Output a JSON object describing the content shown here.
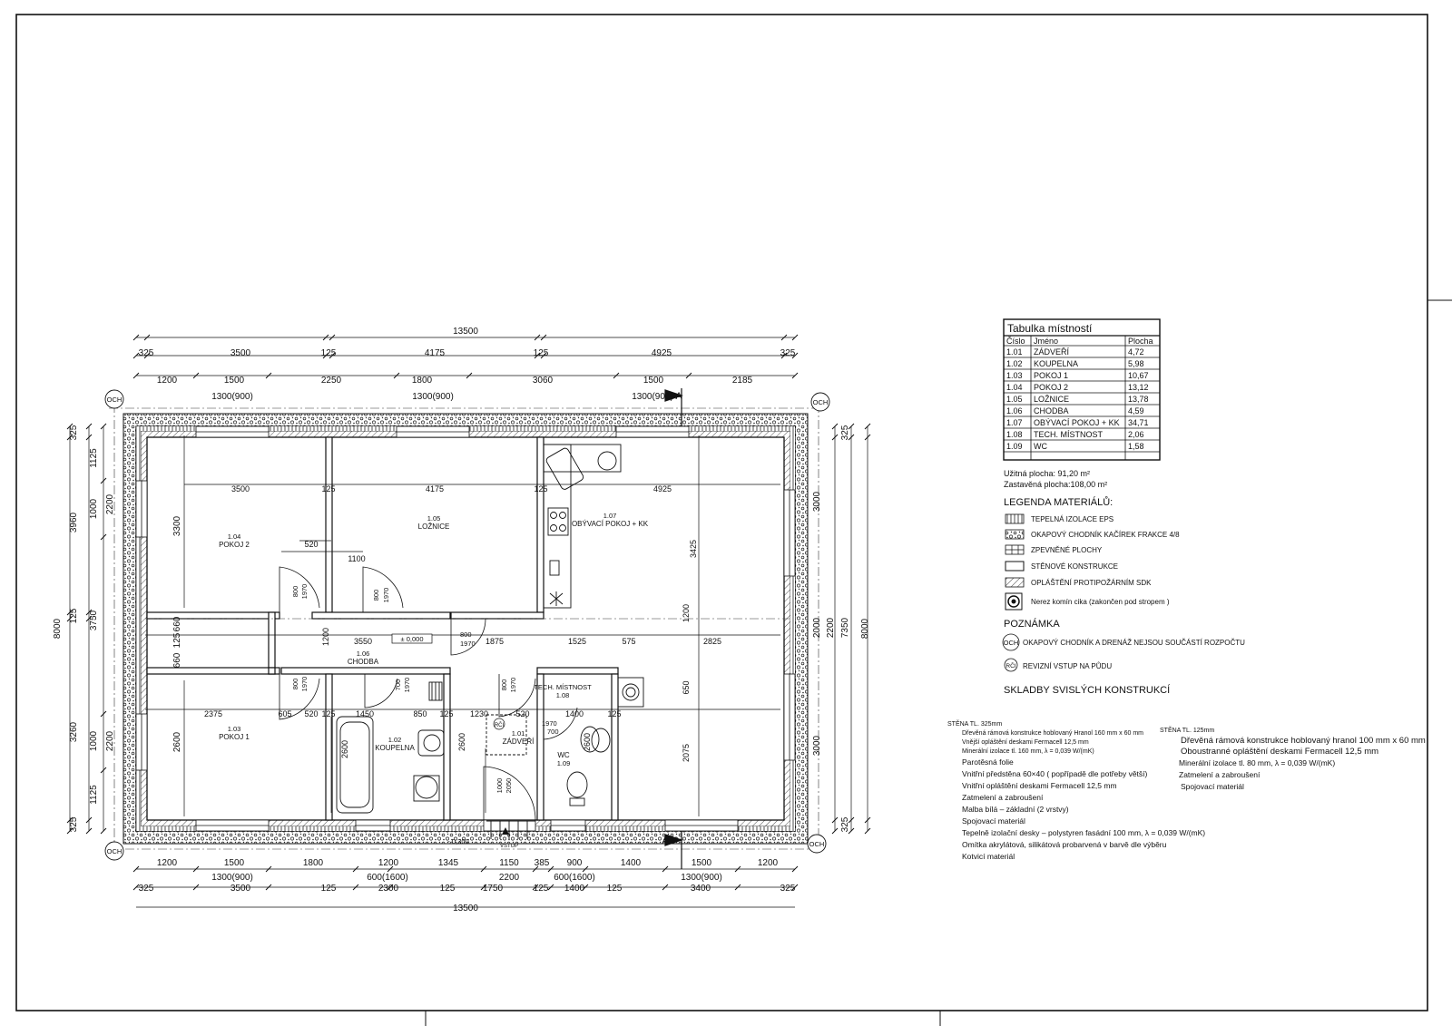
{
  "overall": {
    "top_total": "13500",
    "bottom_total": "13500",
    "left_total": "8000",
    "right_total": "8000"
  },
  "dims": {
    "top_row1": [
      "325",
      "3500",
      "125",
      "4175",
      "125",
      "4925",
      "325"
    ],
    "top_row2": [
      "1200",
      "1500",
      "2250",
      "1800",
      "3060",
      "1500",
      "2185"
    ],
    "top_windows": [
      "1300(900)",
      "1300(900)",
      "1300(900)"
    ],
    "bottom_row1": [
      "1200",
      "1500",
      "1800",
      "1200",
      "1345",
      "1150",
      "385",
      "900",
      "1400",
      "1500",
      "1200"
    ],
    "bottom_windows": [
      "1300(900)",
      "600(1600)",
      "2200",
      "600(1600)",
      "1300(900)"
    ],
    "bottom_row2": [
      "325",
      "3500",
      "125",
      "2300",
      "125",
      "1750",
      "125",
      "1400",
      "125",
      "3400",
      "325"
    ],
    "left_outer": [
      "325",
      "3960",
      "125",
      "3260",
      "325"
    ],
    "left_inner": [
      "1125",
      "2200",
      "1000",
      "3750",
      "1000",
      "2200",
      "1125"
    ],
    "left_room": [
      "3300",
      "660",
      "125",
      "660",
      "2600"
    ],
    "right_outer": [
      "325",
      "7350",
      "325"
    ],
    "right_inner": [
      "3000",
      "2000",
      "3000"
    ],
    "right_mid": [
      "2200"
    ],
    "interior": {
      "room1_w": "3500",
      "room2_w": "4175",
      "room3_w": "4925",
      "wall1": "125",
      "wall2": "125",
      "d520": "520",
      "d1100": "1100",
      "hall_3550": "3550",
      "hall_1875": "1875",
      "hall_1525": "1525",
      "hall_575": "575",
      "hall_2825": "2825",
      "hall_1200": "1200",
      "kitchen_3425": "3425",
      "liv_1200": "1200",
      "liv_650": "650",
      "liv_2075": "2075",
      "b_2375": "2375",
      "b_605": "605",
      "b_520": "520",
      "b_125": "125",
      "b_1450": "1450",
      "b_850": "850",
      "b_125b": "125",
      "b_1230": "1230",
      "b_520b": "520",
      "b_1400": "1400",
      "b_125c": "125",
      "h_2600a": "2600",
      "h_2600b": "2600",
      "h_2600c": "2600",
      "d800": "800",
      "d1970": "1970",
      "d700": "700",
      "d1000": "1000",
      "d2050": "2050",
      "d1970b": "1970",
      "d700b": "700"
    }
  },
  "markers": {
    "och": "OCH",
    "section_a": "A",
    "level": "± 0,000",
    "rci": "RČI",
    "entry": "VSTUP",
    "step": "- 0,300"
  },
  "rooms": [
    {
      "num": "1.04",
      "name": "POKOJ 2"
    },
    {
      "num": "1.05",
      "name": "LOŽNICE"
    },
    {
      "num": "1.07",
      "name": "OBÝVACÍ POKOJ + KK"
    },
    {
      "num": "1.06",
      "name": "CHODBA"
    },
    {
      "num": "1.03",
      "name": "POKOJ 1"
    },
    {
      "num": "1.02",
      "name": "KOUPELNA"
    },
    {
      "num": "1.01",
      "name": "ZÁDVEŘÍ"
    },
    {
      "num": "1.08",
      "name": "TECH. MÍSTNOST"
    },
    {
      "num": "1.09",
      "name": "WC"
    }
  ],
  "room_table": {
    "title": "Tabulka místností",
    "headers": [
      "Číslo",
      "Jméno",
      "Plocha"
    ],
    "rows": [
      [
        "1.01",
        "ZÁDVEŘÍ",
        "4,72"
      ],
      [
        "1.02",
        "KOUPELNA",
        "5,98"
      ],
      [
        "1.03",
        "POKOJ 1",
        "10,67"
      ],
      [
        "1.04",
        "POKOJ 2",
        "13,12"
      ],
      [
        "1.05",
        "LOŽNICE",
        "13,78"
      ],
      [
        "1.06",
        "CHODBA",
        "4,59"
      ],
      [
        "1.07",
        "OBÝVACÍ POKOJ + KK",
        "34,71"
      ],
      [
        "1.08",
        "TECH. MÍSTNOST",
        "2,06"
      ],
      [
        "1.09",
        "WC",
        "1,58"
      ]
    ]
  },
  "areas": {
    "useful": "Užitná plocha:  91,20 m²",
    "built": "Zastavěná plocha:108,00 m²"
  },
  "legend": {
    "title": "LEGENDA MATERIÁLŮ:",
    "items": [
      {
        "icon": "eps-hatch-icon",
        "label": "TEPELNÁ IZOLACE EPS"
      },
      {
        "icon": "gravel-icon",
        "label": "OKAPOVÝ CHODNÍK KAČÍREK FRAKCE 4/8"
      },
      {
        "icon": "paved-icon",
        "label": "ZPEVNĚNÉ PLOCHY"
      },
      {
        "icon": "wall-icon",
        "label": "STĚNOVÉ KONSTRUKCE"
      },
      {
        "icon": "sdk-icon",
        "label": "OPLÁŠTĚNÍ PROTIPOŽÁRNÍM SDK"
      },
      {
        "icon": "chimney-icon",
        "label": "Nerez komín cika (zakončen pod stropem )"
      }
    ]
  },
  "notes": {
    "title": "POZNÁMKA",
    "items": [
      {
        "symbol": "OCH",
        "label": "OKAPOVÝ CHODNÍK A DRENÁŽ NEJSOU SOUČÁSTÍ ROZPOČTU"
      },
      {
        "symbol": "RČI",
        "label": "REVIZNÍ VSTUP NA PŮDU"
      }
    ]
  },
  "composition": {
    "title": "SKLADBY SVISLÝCH KONSTRUKCÍ",
    "wall325": {
      "title": "STĚNA TL. 325mm",
      "small": [
        "Dřevěná rámová konstrukce hoblovaný Hranol 160 mm x 60 mm",
        "Vnější opláštění deskami Fermacell 12,5 mm",
        "Minerální izolace tl. 160 mm, λ = 0,039 W/(mK)"
      ],
      "lines": [
        "Parotěsná folie",
        "Vnitřní předstěna 60×40 ( popřípadě dle potřeby větší)",
        "Vnitřní opláštění deskami Fermacell 12,5 mm",
        "Zatmelení a zabroušení",
        "Malba bílá – základní (2 vrstvy)",
        "Spojovací materiál",
        "Tepelně izolační desky – polystyren fasádní 100 mm, λ = 0,039 W/(mK)",
        "Omítka akrylátová, silikátová probarvená v barvě dle výběru",
        "Kotvicí materiál"
      ]
    },
    "wall125": {
      "title": "STĚNA TL. 125mm",
      "lines": [
        "Dřevěná rámová konstrukce hoblovaný hranol 100 mm x 60 mm",
        "Oboustranné opláštění deskami Fermacell 12,5 mm",
        "Minerální izolace tl. 80 mm, λ = 0,039 W/(mK)",
        "Zatmelení a zabroušení",
        "Spojovací materiál"
      ]
    }
  }
}
